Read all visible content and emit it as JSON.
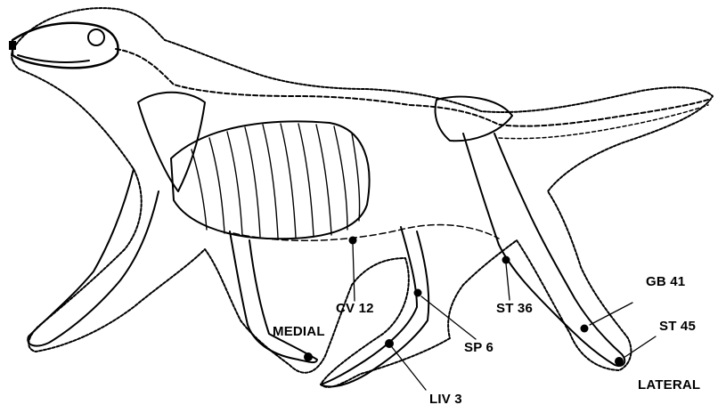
{
  "figure": {
    "labels": {
      "cv12": "CV 12",
      "medial": "MEDIAL",
      "st36": "ST 36",
      "gb41": "GB 41",
      "st45": "ST 45",
      "sp6": "SP 6",
      "lateral": "LATERAL",
      "liv3": "LIV 3"
    },
    "colors": {
      "ink": "#000000",
      "background": "#ffffff"
    }
  }
}
